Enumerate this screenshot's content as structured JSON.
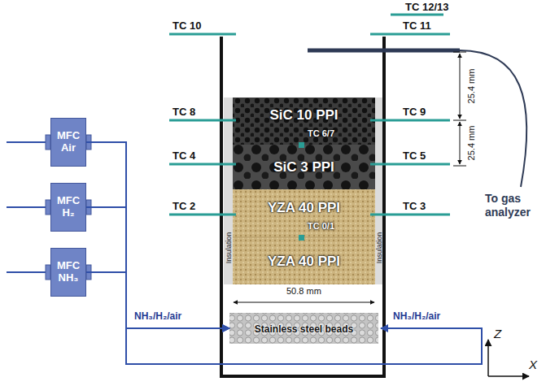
{
  "diagram": {
    "nodes": [
      {
        "text": [
          "MFC Air"
        ]
      },
      {
        "text": [
          "MFC H₂"
        ]
      },
      {
        "text": [
          "MFC NH₃"
        ]
      },
      {
        "text": [
          "SiC 10 PPI"
        ]
      },
      {
        "text": [
          "SiC 3 PPI"
        ]
      },
      {
        "text": [
          "YZA 40 PPI"
        ]
      },
      {
        "text": [
          "YZA 40 PPI"
        ]
      },
      {
        "text": [
          "Stainless steel beads"
        ]
      }
    ],
    "edges": [
      {
        "from": 0,
        "to": 7,
        "arrow": "to"
      },
      {
        "from": 1,
        "to": 7,
        "arrow": "to"
      },
      {
        "from": 2,
        "to": 7,
        "arrow": "to"
      }
    ],
    "labels": [
      "TC 12/13",
      "TC 10",
      "TC 11",
      "25.4 mm",
      "TC 8",
      "TC 9",
      "25.4 mm",
      "TC 6/7",
      "TC 4",
      "TC 5",
      "TC 2",
      "TC 3",
      "TC 0/1",
      "Insulation",
      "Insulation",
      "50.8 mm",
      "NH₃/H₂/air",
      "NH₃/H₂/air",
      "To gas analyzer",
      "Z",
      "X"
    ]
  }
}
